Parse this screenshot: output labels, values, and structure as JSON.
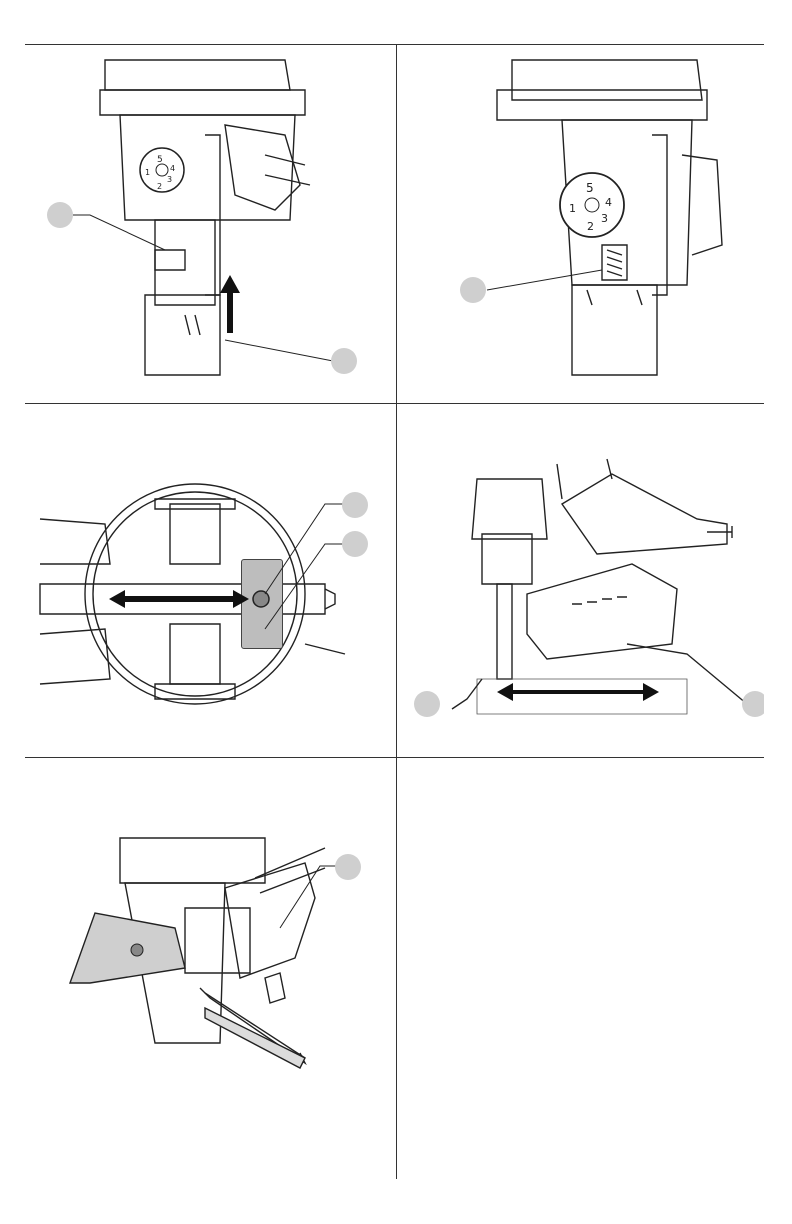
{
  "page": {
    "background": "#ffffff"
  },
  "colors": {
    "line": "#222222",
    "callout": "#cfcfcf",
    "shade": "#bdbdbd"
  },
  "figures": [
    {
      "id": "fig1",
      "description_icon": "nail-gun-nose-close-up",
      "dial_digits": [
        "5",
        "4",
        "3",
        "2",
        "1"
      ],
      "arrow": "up-arrow-icon",
      "callouts": 2
    },
    {
      "id": "fig2",
      "description_icon": "depth-adjust-dial-close-up",
      "dial_digits": [
        "5",
        "4",
        "3",
        "2",
        "1"
      ],
      "callouts": 1
    },
    {
      "id": "fig3",
      "description_icon": "magazine-top-view",
      "arrow": "double-arrow-icon",
      "callouts": 2
    },
    {
      "id": "fig4",
      "description_icon": "hand-holding-nailer",
      "arrow": "double-arrow-icon",
      "callouts": 2
    },
    {
      "id": "fig5",
      "description_icon": "jam-clearing-screwdriver",
      "callouts": 1
    },
    {
      "id": "fig6",
      "description_icon": "empty-panel",
      "callouts": 0
    }
  ]
}
